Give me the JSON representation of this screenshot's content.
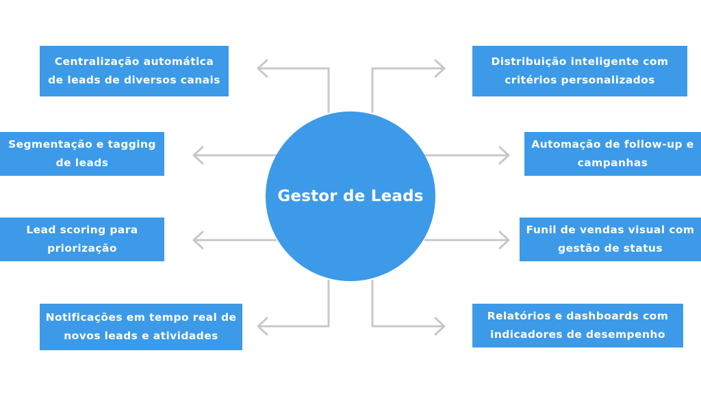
{
  "hub": {
    "title": "Gestor de Leads"
  },
  "features": {
    "left": [
      "Centralização automática de leads de diversos canais",
      "Segmentação e tagging de leads",
      "Lead scoring para priorização",
      "Notificações em tempo real de novos leads e atividades"
    ],
    "right": [
      "Distribuição inteligente com critérios personalizados",
      "Automação de follow-up e campanhas",
      "Funil de vendas visual com gestão de status",
      "Relatórios e dashboards com indicadores de desempenho"
    ]
  },
  "colors": {
    "node_fill": "#3c9ae8",
    "text": "#ffffff",
    "connector": "#c8c8c8"
  }
}
